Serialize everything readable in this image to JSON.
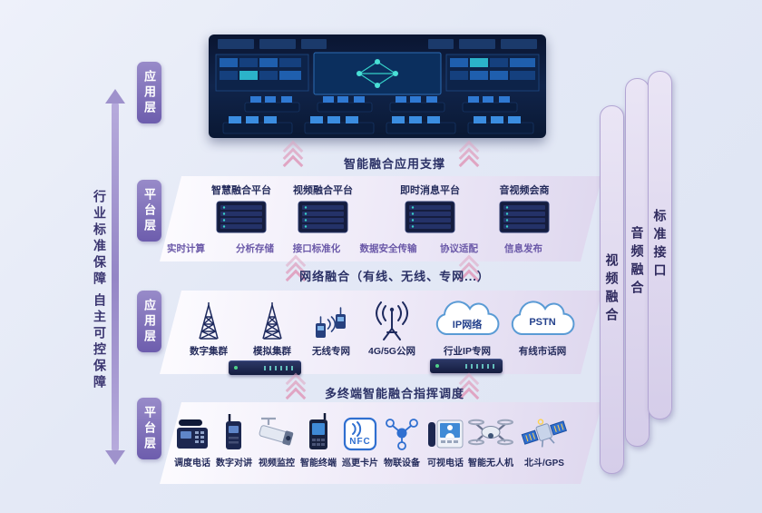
{
  "left_guarantee": {
    "labels": [
      "行业标准保障",
      "自主可控保障"
    ]
  },
  "layer_chips": [
    "应用层",
    "平台层",
    "应用层",
    "平台层"
  ],
  "dividers": {
    "app_support": "智能融合应用支撑",
    "network_fusion": "网络融合（有线、无线、专网...）",
    "terminal_dispatch": "多终端智能融合指挥调度"
  },
  "platform_layer": {
    "platforms": [
      "智慧融合平台",
      "视频融合平台",
      "即时消息平台",
      "音视频会商"
    ],
    "capabilities": [
      "实时计算",
      "分析存储",
      "接口标准化",
      "数据安全传输",
      "协议适配",
      "信息发布"
    ]
  },
  "network_layer": {
    "items": [
      {
        "label": "数字集群",
        "icon": "lattice-tower-icon"
      },
      {
        "label": "模拟集群",
        "icon": "lattice-tower-icon"
      },
      {
        "label": "无线专网",
        "icon": "wireless-nodes-icon"
      },
      {
        "label": "4G/5G公网",
        "icon": "antenna-mast-icon"
      },
      {
        "label": "行业IP专网",
        "icon": "cloud-icon",
        "cloud_text": "IP网络"
      },
      {
        "label": "有线市话网",
        "icon": "cloud-icon",
        "cloud_text": "PSTN"
      }
    ]
  },
  "terminal_layer": {
    "items": [
      {
        "label": "调度电话",
        "icon": "desk-phone-icon"
      },
      {
        "label": "数字对讲",
        "icon": "walkie-talkie-icon"
      },
      {
        "label": "视频监控",
        "icon": "cctv-camera-icon"
      },
      {
        "label": "智能终端",
        "icon": "handheld-terminal-icon"
      },
      {
        "label": "巡更卡片",
        "icon": "nfc-card-icon",
        "icon_text": "NFC"
      },
      {
        "label": "物联设备",
        "icon": "iot-nodes-icon"
      },
      {
        "label": "可视电话",
        "icon": "video-phone-icon"
      },
      {
        "label": "智能无人机",
        "icon": "drone-icon"
      },
      {
        "label": "北斗/GPS",
        "icon": "satellite-icon"
      }
    ]
  },
  "side_bars": [
    "视频融合",
    "音频融合",
    "标准接口"
  ],
  "icons": {
    "lattice-tower-icon": "svg lattice mast",
    "wireless-nodes-icon": "svg two radio nodes with waves",
    "antenna-mast-icon": "svg antenna with arcs",
    "cloud-icon": "svg cloud outline",
    "gateway-icon": "css dark rack box with ports",
    "desk-phone-icon": "svg dispatch phone",
    "walkie-talkie-icon": "svg handheld radio",
    "cctv-camera-icon": "svg bullet camera",
    "handheld-terminal-icon": "svg smart terminal",
    "nfc-card-icon": "svg card with waves",
    "iot-nodes-icon": "svg connected nodes",
    "video-phone-icon": "svg videophone with screen",
    "drone-icon": "svg quadcopter",
    "satellite-icon": "svg satellite with panels",
    "up-chevrons-icon": "css triple chevrons",
    "double-arrow-icon": "css vertical double-headed arrow"
  },
  "colors": {
    "background": "#e4e9f6",
    "chip_purple": "#6d5dad",
    "caption_navy": "#2b3166",
    "capability_purple": "#6a58a8",
    "rack_navy": "#151d3e",
    "cloud_blue": "#5a9bd5",
    "chevron_pink": "#e0a5c3",
    "bar_lavender": "#d5cde9"
  }
}
